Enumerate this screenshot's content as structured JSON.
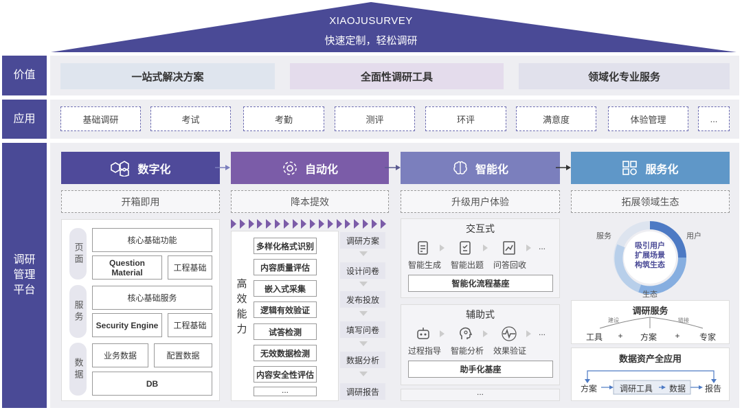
{
  "roof": {
    "title": "XIAOJUSURVEY",
    "subtitle": "快速定制，轻松调研"
  },
  "rows": {
    "value": "价值",
    "application": "应用",
    "platform": "调研\n管理\n平台"
  },
  "values": [
    "一站式解决方案",
    "全面性调研工具",
    "领域化专业服务"
  ],
  "applications": [
    "基础调研",
    "考试",
    "考勤",
    "测评",
    "环评",
    "满意度",
    "体验管理",
    "..."
  ],
  "columns": [
    {
      "title": "数字化",
      "sub": "开箱即用",
      "color": "#4f4a9a"
    },
    {
      "title": "自动化",
      "sub": "降本提效",
      "color": "#7b5ca8"
    },
    {
      "title": "智能化",
      "sub": "升级用户体验",
      "color": "#7b7fbd"
    },
    {
      "title": "服务化",
      "sub": "拓展领域生态",
      "color": "#5f97c8"
    }
  ],
  "digital": {
    "groups": [
      "页面",
      "服务",
      "数据"
    ],
    "core_func": "核心基础功能",
    "question_material": "Question\nMaterial",
    "eng_base_1": "工程基础",
    "core_service": "核心基础服务",
    "security_engine": "Security Engine",
    "eng_base_2": "工程基础",
    "biz_data": "业务数据",
    "config_data": "配置数据",
    "db": "DB"
  },
  "automation": {
    "efficiency_label": "高效能力",
    "items": [
      "多样化格式识别",
      "内容质量评估",
      "嵌入式采集",
      "逻辑有效验证",
      "试答检测",
      "无效数据检测",
      "内容安全性评估",
      "..."
    ],
    "steps": [
      "调研方案",
      "设计问卷",
      "发布投放",
      "填写问卷",
      "数据分析",
      "调研报告"
    ]
  },
  "intelligence": {
    "interactive_title": "交互式",
    "interactive_items": [
      "智能生成",
      "智能出题",
      "问答回收"
    ],
    "interactive_more": "...",
    "interactive_base": "智能化流程基座",
    "assist_title": "辅助式",
    "assist_items": [
      "过程指导",
      "智能分析",
      "效果验证"
    ],
    "assist_more": "...",
    "assist_base": "助手化基座",
    "bottom_more": "..."
  },
  "service": {
    "ring_left": "服务",
    "ring_right": "用户",
    "ring_bottom": "生态",
    "ring_center": [
      "吸引用户",
      "扩展场景",
      "构筑生态"
    ],
    "research_title": "调研服务",
    "research_small_left": "建设",
    "research_small_right": "链接",
    "research_items": [
      "工具",
      "+",
      "方案",
      "+",
      "专家"
    ],
    "asset_title": "数据资产全应用",
    "asset_flow": [
      "方案",
      "调研工具",
      "数据",
      "报告"
    ]
  }
}
